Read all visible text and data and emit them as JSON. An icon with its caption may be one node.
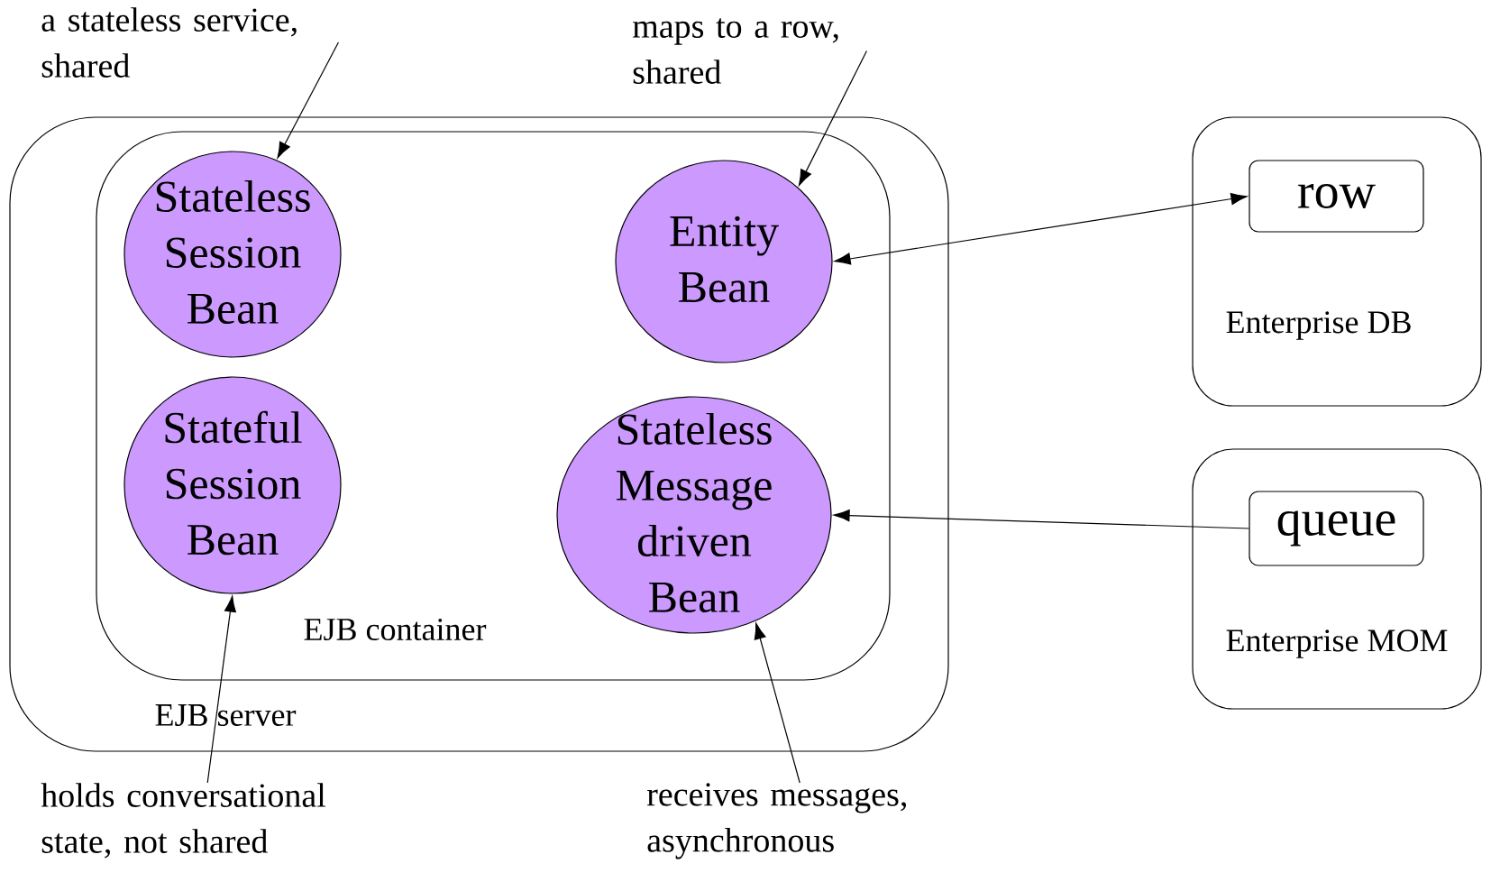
{
  "diagram": {
    "nodes": [
      {
        "text": [
          "EJB server"
        ]
      },
      {
        "text": [
          "EJB container"
        ],
        "in": 0
      },
      {
        "text": [
          "Stateless Session Bean"
        ],
        "in": 1
      },
      {
        "text": [
          "Entity Bean"
        ],
        "in": 1
      },
      {
        "text": [
          "Stateful Session Bean"
        ],
        "in": 1
      },
      {
        "text": [
          "Stateless Message driven Bean"
        ],
        "in": 1
      },
      {
        "text": [
          "Enterprise DB"
        ]
      },
      {
        "text": [
          "row"
        ],
        "in": 6
      },
      {
        "text": [
          "Enterprise MOM"
        ]
      },
      {
        "text": [
          "queue"
        ],
        "in": 8
      },
      {
        "text": [
          "a stateless service, shared"
        ]
      },
      {
        "text": [
          "maps to a row, shared"
        ]
      },
      {
        "text": [
          "holds conversational state, not shared"
        ]
      },
      {
        "text": [
          "receives messages, asynchronous"
        ]
      }
    ],
    "edges": [
      {
        "from": 10,
        "to": 2,
        "arrow": "to"
      },
      {
        "from": 11,
        "to": 3,
        "arrow": "to"
      },
      {
        "from": 12,
        "to": 4,
        "arrow": "to"
      },
      {
        "from": 13,
        "to": 5,
        "arrow": "to"
      },
      {
        "from": 7,
        "to": 3,
        "arrow": "both"
      },
      {
        "from": 9,
        "to": 5,
        "arrow": "to"
      }
    ]
  }
}
